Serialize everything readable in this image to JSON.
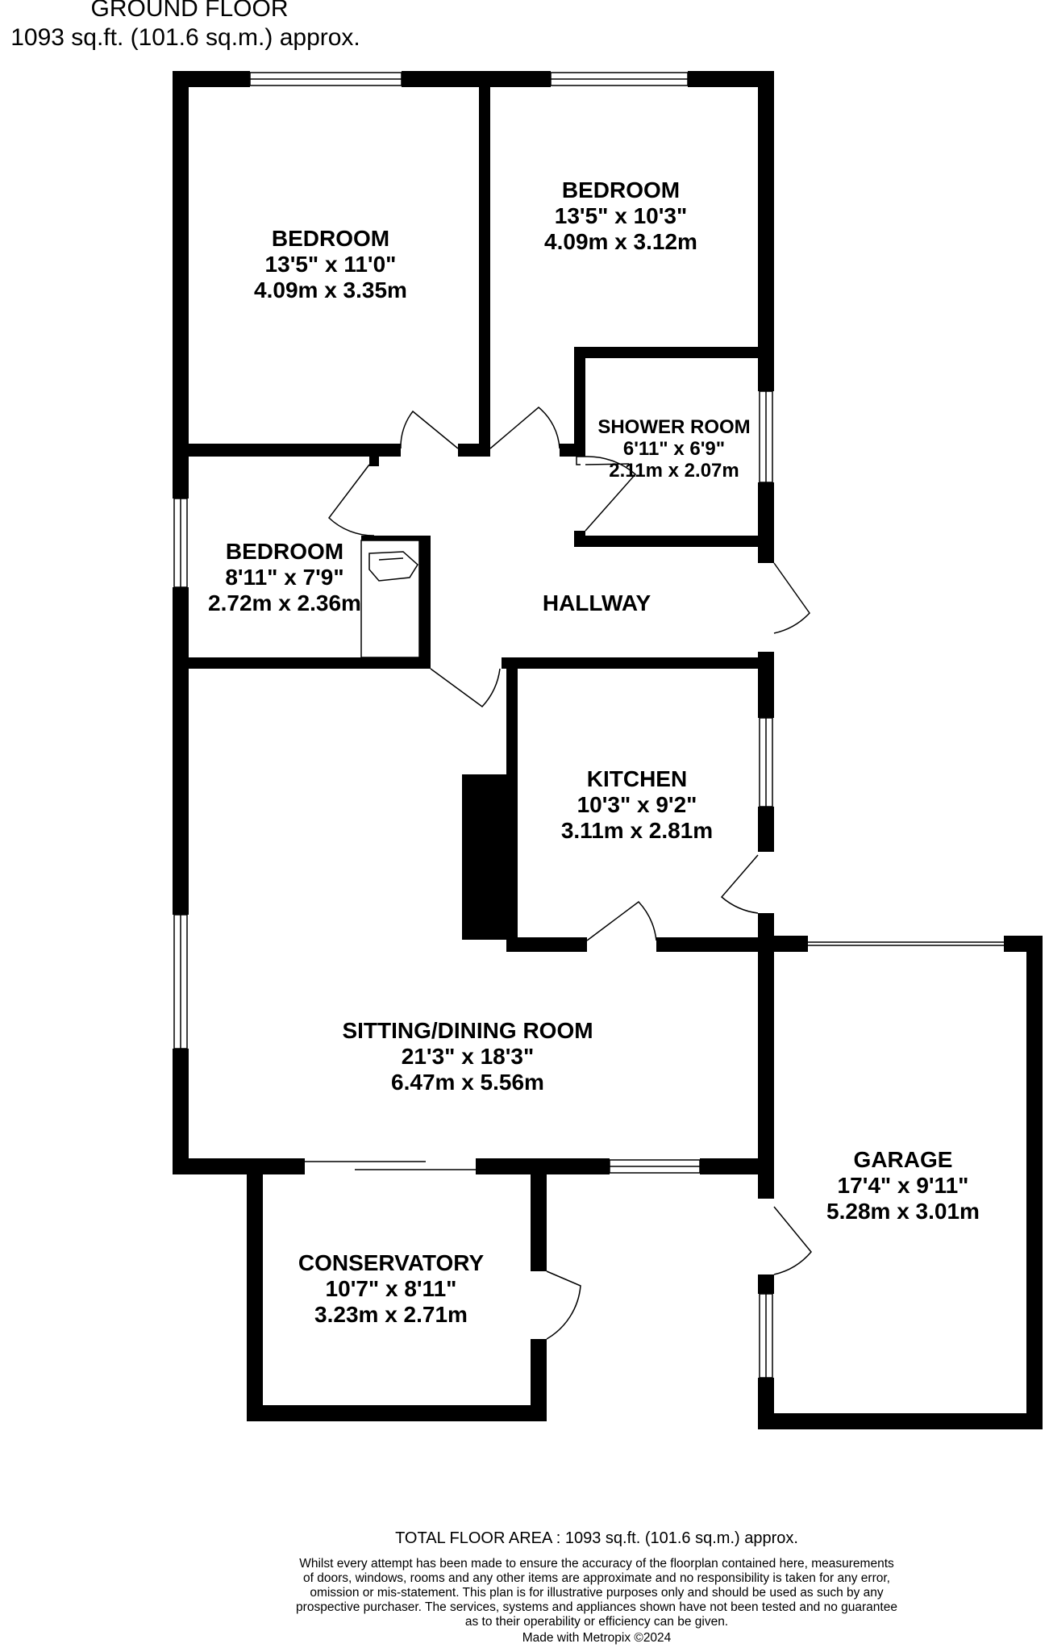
{
  "header": {
    "title": "GROUND FLOOR",
    "area": "1093 sq.ft. (101.6 sq.m.) approx."
  },
  "rooms": {
    "bedroom1": {
      "name": "BEDROOM",
      "imperial": "13'5\"  x 11'0\"",
      "metric": "4.09m  x 3.35m"
    },
    "bedroom2": {
      "name": "BEDROOM",
      "imperial": "13'5\"  x 10'3\"",
      "metric": "4.09m  x 3.12m"
    },
    "shower": {
      "name": "SHOWER ROOM",
      "imperial": "6'11\"  x 6'9\"",
      "metric": "2.11m  x 2.07m"
    },
    "bedroom3": {
      "name": "BEDROOM",
      "imperial": "8'11\"  x 7'9\"",
      "metric": "2.72m  x 2.36m"
    },
    "hallway": {
      "name": "HALLWAY"
    },
    "kitchen": {
      "name": "KITCHEN",
      "imperial": "10'3\"  x 9'2\"",
      "metric": "3.11m  x 2.81m"
    },
    "sitting": {
      "name": "SITTING/DINING ROOM",
      "imperial": "21'3\"  x 18'3\"",
      "metric": "6.47m  x 5.56m"
    },
    "garage": {
      "name": "GARAGE",
      "imperial": "17'4\"  x 9'11\"",
      "metric": "5.28m  x 3.01m"
    },
    "conservatory": {
      "name": "CONSERVATORY",
      "imperial": "10'7\"  x 8'11\"",
      "metric": "3.23m  x 2.71m"
    }
  },
  "footer": {
    "total": "TOTAL FLOOR AREA : 1093 sq.ft. (101.6 sq.m.) approx.",
    "disclaimer": [
      "Whilst every attempt has been made to ensure the accuracy of the floorplan contained here, measurements",
      "of doors, windows, rooms and any other items are approximate and no responsibility is taken for any error,",
      "omission or mis-statement. This plan is for illustrative purposes only and should be used as such by any",
      "prospective purchaser. The services, systems and appliances shown have not been tested and no guarantee",
      "as to their operability or efficiency can be given."
    ],
    "made_with": "Made with Metropix ©2024"
  },
  "colors": {
    "wall": "#000000",
    "background": "#ffffff"
  }
}
